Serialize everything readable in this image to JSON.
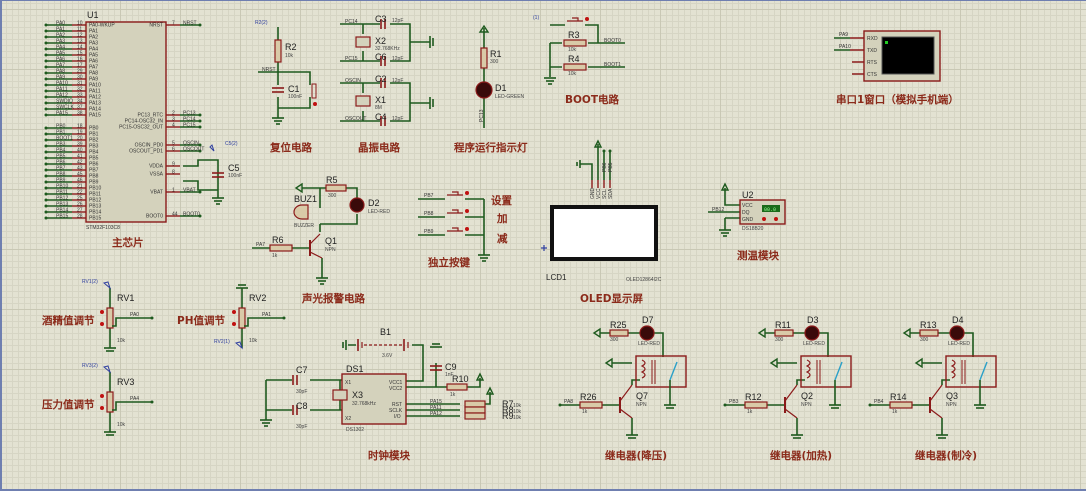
{
  "sheet": {
    "colors": {
      "wire": "#1e5a1e",
      "component": "#8b1a1a",
      "label": "#8b2a1a",
      "grid_bg": "#e3e2d2",
      "probe": "#3040a0"
    }
  },
  "sections": {
    "main_chip": "主芯片",
    "reset": "复位电路",
    "crystal": "晶振电路",
    "run_led": "程序运行指示灯",
    "boot": "BOOT电路",
    "uart": "串口1窗口（模拟手机端）",
    "alarm": "声光报警电路",
    "keys": "独立按键",
    "oled": "OLED显示屏",
    "temp": "测温模块",
    "alcohol": "酒精值调节",
    "ph": "PH值调节",
    "pressure": "压力值调节",
    "clock": "时钟模块",
    "relay1": "继电器(降压)",
    "relay2": "继电器(加热)",
    "relay3": "继电器(制冷)"
  },
  "mcu": {
    "ref": "U1",
    "part": "STM32F103C8",
    "left_pins_a": [
      {
        "net": "PA0",
        "num": "10",
        "name": "PA0-WKUP"
      },
      {
        "net": "PA1",
        "num": "11",
        "name": "PA1"
      },
      {
        "net": "PA2",
        "num": "12",
        "name": "PA2"
      },
      {
        "net": "PA3",
        "num": "13",
        "name": "PA3"
      },
      {
        "net": "PA4",
        "num": "14",
        "name": "PA4"
      },
      {
        "net": "PA5",
        "num": "15",
        "name": "PA5"
      },
      {
        "net": "PA6",
        "num": "16",
        "name": "PA6"
      },
      {
        "net": "PA7",
        "num": "17",
        "name": "PA7"
      },
      {
        "net": "PA8",
        "num": "29",
        "name": "PA8"
      },
      {
        "net": "PA9",
        "num": "30",
        "name": "PA9"
      },
      {
        "net": "PA10",
        "num": "31",
        "name": "PA10"
      },
      {
        "net": "PA11",
        "num": "32",
        "name": "PA11"
      },
      {
        "net": "PA12",
        "num": "33",
        "name": "PA12"
      },
      {
        "net": "SWDIO",
        "num": "34",
        "name": "PA13"
      },
      {
        "net": "SWCLK",
        "num": "37",
        "name": "PA14"
      },
      {
        "net": "PA15",
        "num": "38",
        "name": "PA15"
      }
    ],
    "left_pins_b": [
      {
        "net": "PB0",
        "num": "18",
        "name": "PB0"
      },
      {
        "net": "PB1",
        "num": "19",
        "name": "PB1"
      },
      {
        "net": "BOOT1",
        "num": "20",
        "name": "PB2"
      },
      {
        "net": "PB3",
        "num": "39",
        "name": "PB3"
      },
      {
        "net": "PB4",
        "num": "40",
        "name": "PB4"
      },
      {
        "net": "PB5",
        "num": "41",
        "name": "PB5"
      },
      {
        "net": "PB6",
        "num": "42",
        "name": "PB6"
      },
      {
        "net": "PB7",
        "num": "43",
        "name": "PB7"
      },
      {
        "net": "PB8",
        "num": "45",
        "name": "PB8"
      },
      {
        "net": "PB9",
        "num": "46",
        "name": "PB9"
      },
      {
        "net": "PB10",
        "num": "21",
        "name": "PB10"
      },
      {
        "net": "PB11",
        "num": "22",
        "name": "PB11"
      },
      {
        "net": "PB12",
        "num": "25",
        "name": "PB12"
      },
      {
        "net": "PB13",
        "num": "26",
        "name": "PB13"
      },
      {
        "net": "PB14",
        "num": "27",
        "name": "PB14"
      },
      {
        "net": "PB15",
        "num": "28",
        "name": "PB15"
      }
    ],
    "right_pins": [
      {
        "net": "NRST",
        "num": "7",
        "name": "NRST"
      },
      {
        "net": "PC13",
        "num": "2",
        "name": "PC13_RTC"
      },
      {
        "net": "PC14",
        "num": "3",
        "name": "PC14-OSC32_IN"
      },
      {
        "net": "PC15",
        "num": "4",
        "name": "PC15-OSC32_OUT"
      },
      {
        "net": "OSCIN",
        "num": "5",
        "name": "OSCIN_PD0"
      },
      {
        "net": "OSCOUT",
        "num": "6",
        "name": "OSCOUT_PD1"
      },
      {
        "net": "",
        "num": "9",
        "name": "VDDA"
      },
      {
        "net": "",
        "num": "8",
        "name": "VSSA"
      },
      {
        "net": "VBAT",
        "num": "1",
        "name": "VBAT"
      },
      {
        "net": "BOOT0",
        "num": "44",
        "name": "BOOT0"
      }
    ],
    "c5": {
      "ref": "C5",
      "value": "100nF",
      "probe": "C5(2)"
    }
  },
  "reset": {
    "r2": {
      "ref": "R2",
      "value": "10k"
    },
    "c1": {
      "ref": "C1",
      "value": "100nF"
    },
    "net": "NRST",
    "probe": "R2(2)"
  },
  "crystal": {
    "x2": {
      "ref": "X2",
      "value": "32.768KHz"
    },
    "x1": {
      "ref": "X1",
      "value": "8M"
    },
    "c3": {
      "ref": "C3",
      "value": "12pF"
    },
    "c6": {
      "ref": "C6",
      "value": "12pF"
    },
    "c2": {
      "ref": "C2",
      "value": "12pF"
    },
    "c4": {
      "ref": "C4",
      "value": "12pF"
    },
    "nets": [
      "PC14",
      "PC15",
      "OSCIN",
      "OSCOUT"
    ]
  },
  "run_led": {
    "r1": {
      "ref": "R1",
      "value": "300"
    },
    "d1": {
      "ref": "D1",
      "value": "LED-GREEN"
    },
    "net": "PC13"
  },
  "boot": {
    "r3": {
      "ref": "R3",
      "value": "10k"
    },
    "r4": {
      "ref": "R4",
      "value": "10k"
    },
    "nets": [
      "BOOT0",
      "BOOT1"
    ],
    "probe": "(1)"
  },
  "uart": {
    "nets": [
      "PA9",
      "PA10"
    ],
    "pins": [
      "RXD",
      "TXD",
      "RTS",
      "CTS"
    ]
  },
  "alarm": {
    "r5": {
      "ref": "R5",
      "value": "300"
    },
    "d2": {
      "ref": "D2",
      "value": "LED-RED"
    },
    "buz": {
      "ref": "BUZ1",
      "value": "BUZZER"
    },
    "r6": {
      "ref": "R6",
      "value": "1k"
    },
    "q1": {
      "ref": "Q1",
      "value": "NPN"
    },
    "net": "PA7"
  },
  "keys": {
    "nets": [
      "PB7",
      "PB8",
      "PB9"
    ],
    "labels": [
      "设置",
      "加",
      "减"
    ]
  },
  "oled": {
    "ref": "LCD1",
    "part": "OLED12864I2C",
    "pins": [
      "GND",
      "VCC",
      "SCL",
      "SDA"
    ],
    "nets": [
      "PB6",
      "PB5"
    ]
  },
  "temp": {
    "ref": "U2",
    "part": "DS18B20",
    "pins": [
      "VCC",
      "DQ",
      "GND"
    ],
    "pin_nums": [
      "3",
      "2",
      "1"
    ],
    "net": "PB12",
    "reading": "00.0"
  },
  "pots": [
    {
      "ref": "RV1",
      "value": "10k",
      "net": "PA0",
      "probe": "RV1(2)"
    },
    {
      "ref": "RV2",
      "value": "10k",
      "net": "PA1",
      "probe": "RV2(1)"
    },
    {
      "ref": "RV3",
      "value": "10k",
      "net": "PA4",
      "probe": "RV3(2)"
    }
  ],
  "clock": {
    "b1": {
      "ref": "B1",
      "value": "3.6V"
    },
    "ds1": {
      "ref": "DS1",
      "part": "DS1302",
      "pins_l": [
        "X1",
        "X2"
      ],
      "pins_r": [
        "VCC1",
        "VCC2",
        "RST",
        "SCLK",
        "I/O"
      ],
      "nums_l": [
        "2",
        "3"
      ],
      "nums_r": [
        "8",
        "1",
        "5",
        "7",
        "6"
      ]
    },
    "x3": {
      "ref": "X3",
      "value": "32.768kHz"
    },
    "c7": {
      "ref": "C7",
      "value": "30pF"
    },
    "c8": {
      "ref": "C8",
      "value": "30pF"
    },
    "c9": {
      "ref": "C9",
      "value": "1nF"
    },
    "r10": {
      "ref": "R10",
      "value": "1k"
    },
    "pullups": [
      {
        "ref": "R7",
        "value": "10k"
      },
      {
        "ref": "R8",
        "value": "10k"
      },
      {
        "ref": "R9",
        "value": "10k"
      }
    ],
    "nets": [
      "PA15",
      "PA11",
      "PA12"
    ]
  },
  "relays": [
    {
      "led_r": {
        "ref": "R25",
        "value": "300"
      },
      "led": {
        "ref": "D7",
        "value": "LED-RED"
      },
      "base_r": {
        "ref": "R26",
        "value": "1k"
      },
      "q": {
        "ref": "Q7",
        "value": "NPN"
      },
      "net": "PA8"
    },
    {
      "led_r": {
        "ref": "R11",
        "value": "300"
      },
      "led": {
        "ref": "D3",
        "value": "LED-RED"
      },
      "base_r": {
        "ref": "R12",
        "value": "1k"
      },
      "q": {
        "ref": "Q2",
        "value": "NPN"
      },
      "net": "PB3"
    },
    {
      "led_r": {
        "ref": "R13",
        "value": "300"
      },
      "led": {
        "ref": "D4",
        "value": "LED-RED"
      },
      "base_r": {
        "ref": "R14",
        "value": "1k"
      },
      "q": {
        "ref": "Q3",
        "value": "NPN"
      },
      "net": "PB4"
    }
  ]
}
